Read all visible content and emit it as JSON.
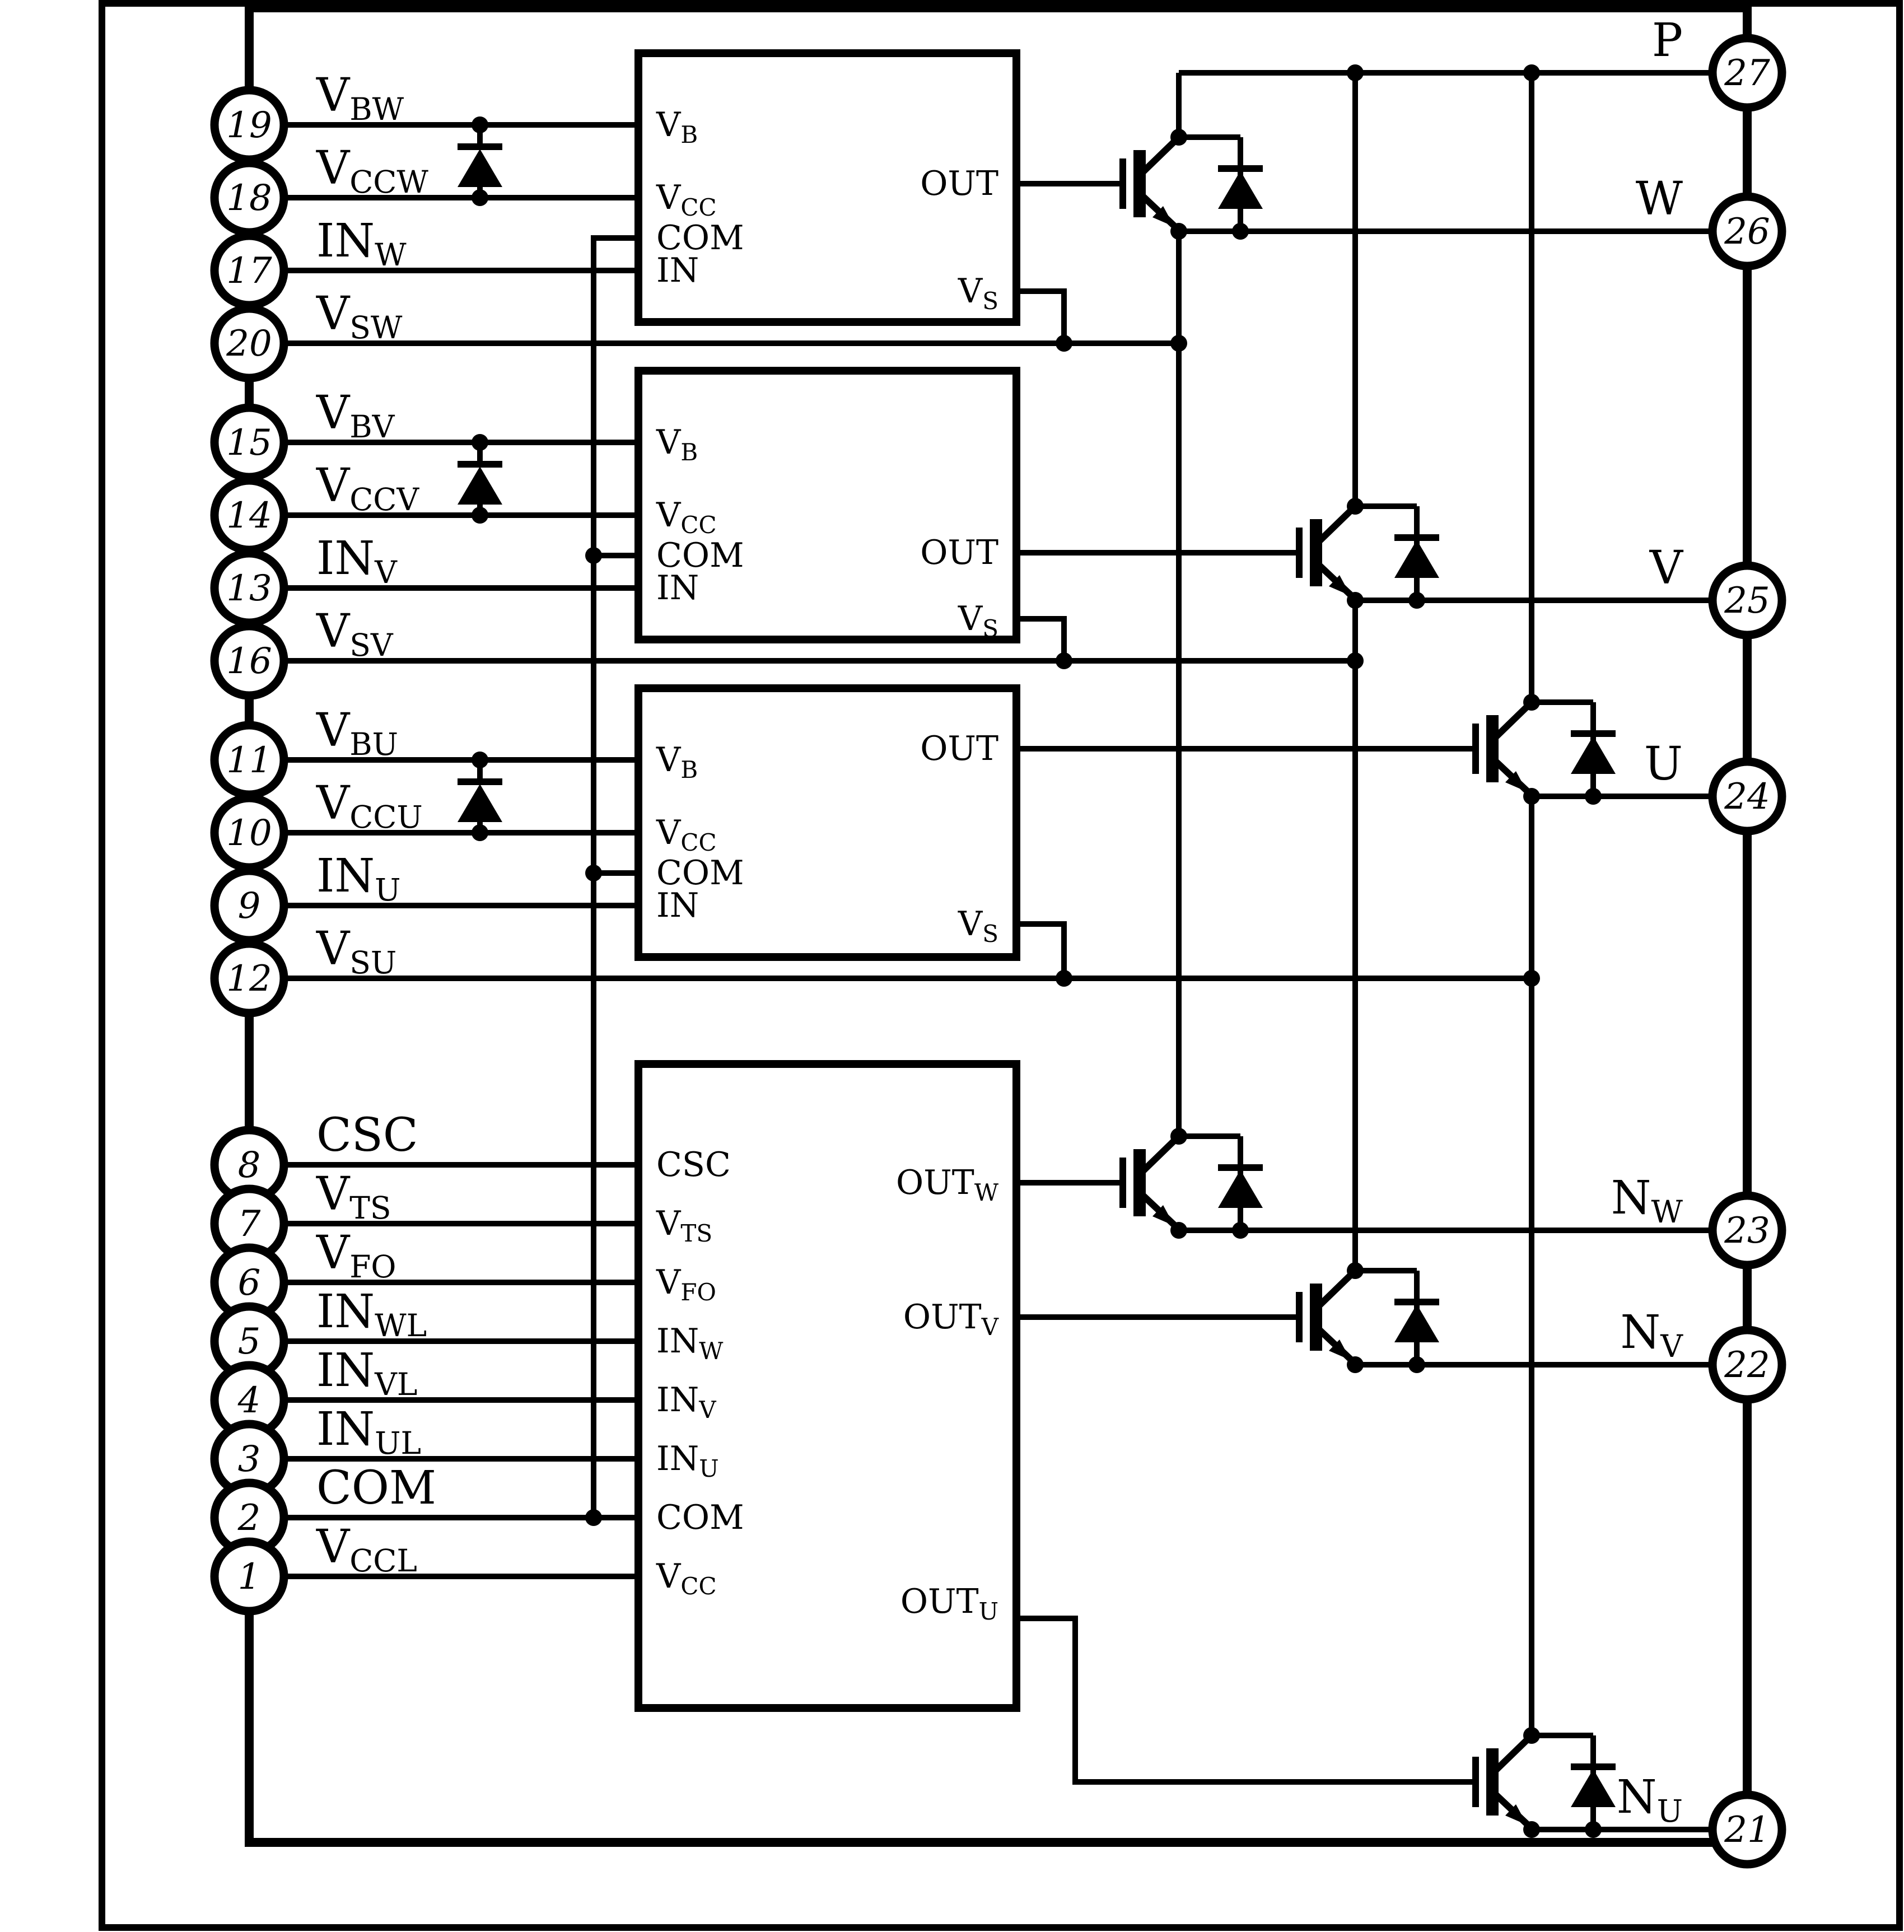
{
  "diagram_title": "three-phase-smart-power-module-block-diagram",
  "colors": {
    "line": "#000000",
    "background": "#ffffff",
    "block_fill": "#ffffff"
  },
  "pins_left": [
    {
      "num": "19",
      "label": {
        "main": "V",
        "sub": "BW"
      }
    },
    {
      "num": "18",
      "label": {
        "main": "V",
        "sub": "CCW"
      }
    },
    {
      "num": "17",
      "label": {
        "main": "IN",
        "sub": "W"
      }
    },
    {
      "num": "20",
      "label": {
        "main": "V",
        "sub": "SW"
      }
    },
    {
      "num": "15",
      "label": {
        "main": "V",
        "sub": "BV"
      }
    },
    {
      "num": "14",
      "label": {
        "main": "V",
        "sub": "CCV"
      }
    },
    {
      "num": "13",
      "label": {
        "main": "IN",
        "sub": "V"
      }
    },
    {
      "num": "16",
      "label": {
        "main": "V",
        "sub": "SV"
      }
    },
    {
      "num": "11",
      "label": {
        "main": "V",
        "sub": "BU"
      }
    },
    {
      "num": "10",
      "label": {
        "main": "V",
        "sub": "CCU"
      }
    },
    {
      "num": "9",
      "label": {
        "main": "IN",
        "sub": "U"
      }
    },
    {
      "num": "12",
      "label": {
        "main": "V",
        "sub": "SU"
      }
    },
    {
      "num": "8",
      "label": {
        "main": "CSC",
        "sub": ""
      }
    },
    {
      "num": "7",
      "label": {
        "main": "V",
        "sub": "TS"
      }
    },
    {
      "num": "6",
      "label": {
        "main": "V",
        "sub": "FO"
      }
    },
    {
      "num": "5",
      "label": {
        "main": "IN",
        "sub": "WL"
      }
    },
    {
      "num": "4",
      "label": {
        "main": "IN",
        "sub": "VL"
      }
    },
    {
      "num": "3",
      "label": {
        "main": "IN",
        "sub": "UL"
      }
    },
    {
      "num": "2",
      "label": {
        "main": "COM",
        "sub": ""
      }
    },
    {
      "num": "1",
      "label": {
        "main": "V",
        "sub": "CCL"
      }
    }
  ],
  "pins_right": [
    {
      "num": "27",
      "label": {
        "main": "P",
        "sub": ""
      }
    },
    {
      "num": "26",
      "label": {
        "main": "W",
        "sub": ""
      }
    },
    {
      "num": "25",
      "label": {
        "main": "V",
        "sub": ""
      }
    },
    {
      "num": "24",
      "label": {
        "main": "U",
        "sub": ""
      }
    },
    {
      "num": "23",
      "label": {
        "main": "N",
        "sub": "W"
      }
    },
    {
      "num": "22",
      "label": {
        "main": "N",
        "sub": "V"
      }
    },
    {
      "num": "21",
      "label": {
        "main": "N",
        "sub": "U"
      }
    }
  ],
  "hvic_pins": {
    "vb": {
      "main": "V",
      "sub": "B"
    },
    "vcc": {
      "main": "V",
      "sub": "CC"
    },
    "com": {
      "main": "COM",
      "sub": ""
    },
    "in": {
      "main": "IN",
      "sub": ""
    },
    "out": {
      "main": "OUT",
      "sub": ""
    },
    "vs": {
      "main": "V",
      "sub": "S"
    }
  },
  "lvic_pins": {
    "csc": {
      "main": "CSC",
      "sub": ""
    },
    "vts": {
      "main": "V",
      "sub": "TS"
    },
    "vfo": {
      "main": "V",
      "sub": "FO"
    },
    "inw": {
      "main": "IN",
      "sub": "W"
    },
    "inv": {
      "main": "IN",
      "sub": "V"
    },
    "inu": {
      "main": "IN",
      "sub": "U"
    },
    "com": {
      "main": "COM",
      "sub": ""
    },
    "vcc": {
      "main": "V",
      "sub": "CC"
    },
    "outw": {
      "main": "OUT",
      "sub": "W"
    },
    "outv": {
      "main": "OUT",
      "sub": "V"
    },
    "outu": {
      "main": "OUT",
      "sub": "U"
    }
  }
}
